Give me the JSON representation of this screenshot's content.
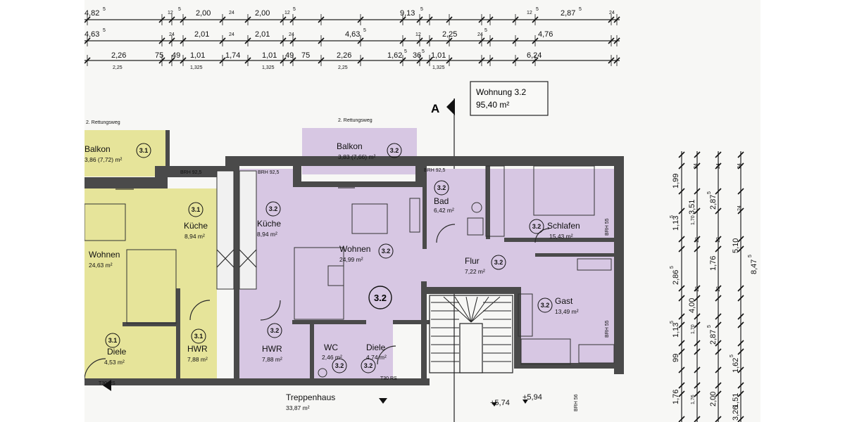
{
  "dimensions": {
    "row1": [
      "4,82",
      "2,00",
      "2,00",
      "9,13",
      "2,87"
    ],
    "row1_sup": [
      "5",
      "5",
      "5",
      "5",
      "5",
      "5"
    ],
    "row1_small": [
      "12",
      "24",
      "12",
      "12",
      "24"
    ],
    "row2": [
      "4,63",
      "2,01",
      "2,01",
      "4,63",
      "2,25",
      "4,76"
    ],
    "row2_sup": [
      "5",
      "5",
      "5"
    ],
    "row2_small": [
      "24",
      "24",
      "24",
      "12",
      "24"
    ],
    "row3": [
      "2,26",
      "75",
      "49",
      "1,01",
      "1,74",
      "1,01",
      "49",
      "75",
      "2,26",
      "1,62",
      "36",
      "1,01",
      "6,24"
    ],
    "row3_sup": [
      "5",
      "5"
    ],
    "row3b": [
      "2,25",
      "1,325",
      "1,325",
      "2,25",
      "1,325"
    ],
    "right_col1": [
      "1,99",
      "1,13",
      "2,86",
      "1,13",
      "99",
      "1,76"
    ],
    "right_col1_sup": [
      "5",
      "5",
      "5"
    ],
    "right_col2": [
      "1,70",
      "1,70",
      "1,76"
    ],
    "right_col3": [
      "3,51",
      "4,00",
      "2,87",
      "2,00"
    ],
    "right_col3_sup": [
      "5"
    ],
    "right_col4": [
      "2,87",
      "1,76",
      "1,62",
      "1,51"
    ],
    "right_col4_sup": [
      "5",
      "5"
    ],
    "right_col5": [
      "5,10",
      "3,26"
    ],
    "right_col6": [
      "8,47"
    ],
    "right_col6_sup": [
      "5"
    ],
    "right_small": [
      "24",
      "24",
      "12",
      "12",
      "12",
      "12",
      "24",
      "24"
    ]
  },
  "section_marker": "A",
  "apartment_box": {
    "title": "Wohnung 3.2",
    "area": "95,40 m²"
  },
  "escape_route_1": "2. Rettungsweg",
  "escape_route_2": "2. Rettungsweg",
  "brh": [
    "BRH 92,5",
    "BRH 92,5",
    "BRH 92,5",
    "BRH 55",
    "BRH 55",
    "BRH 56"
  ],
  "t30": [
    "T30 RS",
    "T30 RS"
  ],
  "levels": [
    "+5,74",
    "+5,94"
  ],
  "center_tag": "3.2",
  "rooms_31": {
    "balkon": {
      "name": "Balkon",
      "area": "3,86 (7,72) m²",
      "tag": "3.1"
    },
    "kueche": {
      "name": "Küche",
      "area": "8,94 m²",
      "tag": "3.1"
    },
    "wohnen": {
      "name": "Wohnen",
      "area": "24,63 m²",
      "tag": "3.1"
    },
    "hwr": {
      "name": "HWR",
      "area": "7,88 m²",
      "tag": "3.1"
    },
    "diele": {
      "name": "Diele",
      "area": "4,53 m²",
      "tag": "3.1"
    }
  },
  "rooms_32": {
    "balkon": {
      "name": "Balkon",
      "area": "3,83 (7,66) m²",
      "tag": "3.2"
    },
    "kueche": {
      "name": "Küche",
      "area": "8,94 m²",
      "tag": "3.2"
    },
    "wohnen": {
      "name": "Wohnen",
      "area": "24,99 m²",
      "tag": "3.2"
    },
    "bad": {
      "name": "Bad",
      "area": "6,42 m²",
      "tag": "3.2"
    },
    "schlafen": {
      "name": "Schlafen",
      "area": "15,43 m²",
      "tag": "3.2"
    },
    "flur": {
      "name": "Flur",
      "area": "7,22 m²",
      "tag": "3.2"
    },
    "gast": {
      "name": "Gast",
      "area": "13,49 m²",
      "tag": "3.2"
    },
    "hwr": {
      "name": "HWR",
      "area": "7,88 m²",
      "tag": "3.2"
    },
    "wc": {
      "name": "WC",
      "area": "2,46 m²",
      "tag": "3.2"
    },
    "diele": {
      "name": "Diele",
      "area": "4,74 m²",
      "tag": "3.2"
    }
  },
  "treppenhaus": {
    "name": "Treppenhaus",
    "area": "33,87 m²"
  },
  "colors": {
    "unit31": "#e6e49a",
    "unit32": "#d7c7e3",
    "wall": "#4a4a4a",
    "paper": "#f7f7f5"
  }
}
